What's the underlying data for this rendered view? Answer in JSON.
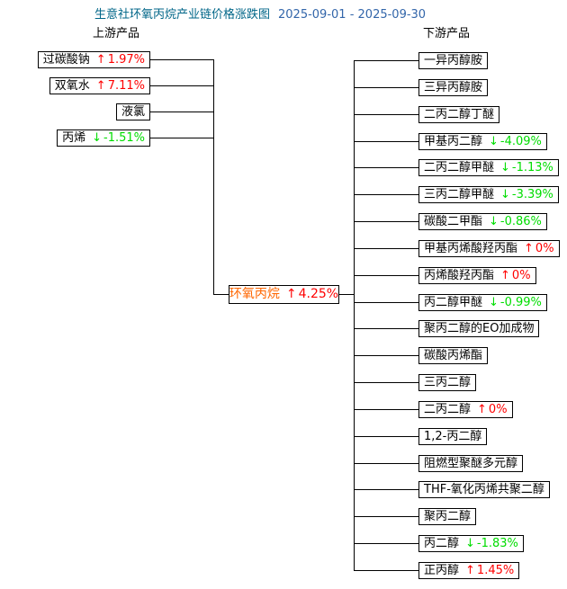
{
  "title": {
    "text": "生意社环氧丙烷产业链价格涨跌图",
    "date_range": "2025-09-01 - 2025-09-30"
  },
  "headers": {
    "upstream": "上游产品",
    "downstream": "下游产品"
  },
  "glyphs": {
    "up": "↑",
    "down": "↓"
  },
  "colors": {
    "title": "#006688",
    "date": "#3366aa",
    "text": "#000000",
    "up": "#ff0000",
    "down": "#00dd00",
    "center_name": "#ff6600",
    "line": "#000000",
    "box_border": "#000000",
    "background": "#ffffff"
  },
  "center": {
    "label": "环氧丙烷",
    "direction": "up",
    "value": "4.25%"
  },
  "upstream": [
    {
      "label": "过碳酸钠",
      "direction": "up",
      "value": "1.97%"
    },
    {
      "label": "双氧水",
      "direction": "up",
      "value": "7.11%"
    },
    {
      "label": "液氯"
    },
    {
      "label": "丙烯",
      "direction": "down",
      "value": "-1.51%"
    }
  ],
  "downstream": [
    {
      "label": "一异丙醇胺"
    },
    {
      "label": "三异丙醇胺"
    },
    {
      "label": "二丙二醇丁醚"
    },
    {
      "label": "甲基丙二醇",
      "direction": "down",
      "value": "-4.09%"
    },
    {
      "label": "二丙二醇甲醚",
      "direction": "down",
      "value": "-1.13%"
    },
    {
      "label": "三丙二醇甲醚",
      "direction": "down",
      "value": "-3.39%"
    },
    {
      "label": "碳酸二甲酯",
      "direction": "down",
      "value": "-0.86%"
    },
    {
      "label": "甲基丙烯酸羟丙酯",
      "direction": "up",
      "value": "0%"
    },
    {
      "label": "丙烯酸羟丙酯",
      "direction": "up",
      "value": "0%"
    },
    {
      "label": "丙二醇甲醚",
      "direction": "down",
      "value": "-0.99%"
    },
    {
      "label": "聚丙二醇的EO加成物"
    },
    {
      "label": "碳酸丙烯酯"
    },
    {
      "label": "三丙二醇"
    },
    {
      "label": "二丙二醇",
      "direction": "up",
      "value": "0%"
    },
    {
      "label": "1,2-丙二醇"
    },
    {
      "label": "阻燃型聚醚多元醇"
    },
    {
      "label": "THF-氧化丙烯共聚二醇"
    },
    {
      "label": "聚丙二醇"
    },
    {
      "label": "丙二醇",
      "direction": "down",
      "value": "-1.83%"
    },
    {
      "label": "正丙醇",
      "direction": "up",
      "value": "1.45%"
    }
  ]
}
